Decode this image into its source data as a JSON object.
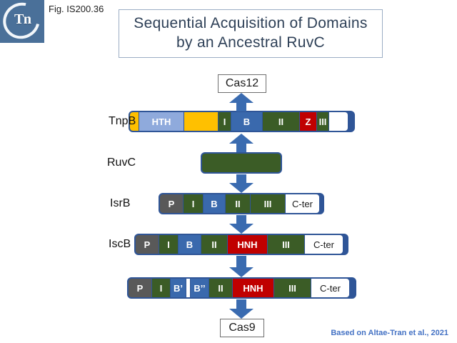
{
  "figure": {
    "label": "Fig. IS200.36",
    "title_line1": "Sequential  Acquisition  of Domains",
    "title_line2": "by an Ancestral RuvC",
    "credit": "Based on Altae-Tran et al., 2021",
    "logo_text": "Tn"
  },
  "colors": {
    "nuclease_green": "#3b5c26",
    "bridge_blue": "#3a69ad",
    "pseudo_gray": "#595959",
    "hnh_red": "#c00000",
    "te_yellow": "#ffc000",
    "hth_lightblue": "#8faadc",
    "outline_blue": "#2f5597",
    "arrow_blue": "#3a6bb0",
    "title_text": "#2e4057",
    "credit_text": "#4472c4"
  },
  "endpoints": {
    "top": "Cas12",
    "bottom": "Cas9"
  },
  "arrows": [
    {
      "name": "arrow-tnpb-to-cas12",
      "direction": "up"
    },
    {
      "name": "arrow-ruvc-to-tnpb",
      "direction": "up"
    },
    {
      "name": "arrow-ruvc-to-isrb",
      "direction": "down"
    },
    {
      "name": "arrow-isrb-to-iscb",
      "direction": "down"
    },
    {
      "name": "arrow-iscb-to-cas9precursor",
      "direction": "down"
    },
    {
      "name": "arrow-cas9precursor-to-cas9",
      "direction": "down"
    }
  ],
  "rows": [
    {
      "name": "tnpb",
      "label": "TnpB",
      "segments": [
        {
          "label": "",
          "color": "yellow",
          "width": 13
        },
        {
          "label": "HTH",
          "color": "hth",
          "width": 63
        },
        {
          "label": "",
          "color": "yellow",
          "width": 48
        },
        {
          "label": "I",
          "color": "green",
          "width": 18
        },
        {
          "label": "B",
          "color": "blue",
          "width": 44
        },
        {
          "label": "II",
          "color": "green",
          "width": 52
        },
        {
          "label": "Z",
          "color": "red",
          "width": 24
        },
        {
          "label": "III",
          "color": "green",
          "width": 17
        },
        {
          "label": "",
          "color": "white",
          "width": 26
        }
      ]
    },
    {
      "name": "ruvc",
      "label": "RuvC",
      "segments": [
        {
          "label": "",
          "color": "green",
          "width": 110
        }
      ]
    },
    {
      "name": "isrb",
      "label": "IsrB",
      "segments": [
        {
          "label": "P",
          "color": "gray",
          "width": 33
        },
        {
          "label": "I",
          "color": "green",
          "width": 28
        },
        {
          "label": "B",
          "color": "blue",
          "width": 31
        },
        {
          "label": "II",
          "color": "green",
          "width": 35
        },
        {
          "label": "III",
          "color": "green",
          "width": 49
        },
        {
          "label": "C-ter",
          "color": "white",
          "width": 47
        }
      ]
    },
    {
      "name": "iscb",
      "label": "IscB",
      "segments": [
        {
          "label": "P",
          "color": "gray",
          "width": 33
        },
        {
          "label": "I",
          "color": "green",
          "width": 27
        },
        {
          "label": "B",
          "color": "blue",
          "width": 32
        },
        {
          "label": "II",
          "color": "green",
          "width": 37
        },
        {
          "label": "HNH",
          "color": "red",
          "width": 56
        },
        {
          "label": "III",
          "color": "green",
          "width": 52
        },
        {
          "label": "C-ter",
          "color": "white",
          "width": 53
        }
      ]
    },
    {
      "name": "cas9-precursor",
      "label": "",
      "segments": [
        {
          "label": "P",
          "color": "gray",
          "width": 33
        },
        {
          "label": "I",
          "color": "green",
          "width": 26
        },
        {
          "label": "B’",
          "color": "blue",
          "width": 22
        },
        {
          "label": "",
          "color": "divider",
          "width": 6
        },
        {
          "label": "B’’",
          "color": "blue",
          "width": 26
        },
        {
          "label": "II",
          "color": "green",
          "width": 33
        },
        {
          "label": "HNH",
          "color": "red",
          "width": 58
        },
        {
          "label": "III",
          "color": "green",
          "width": 52
        },
        {
          "label": "C-ter",
          "color": "white",
          "width": 53
        }
      ]
    }
  ]
}
